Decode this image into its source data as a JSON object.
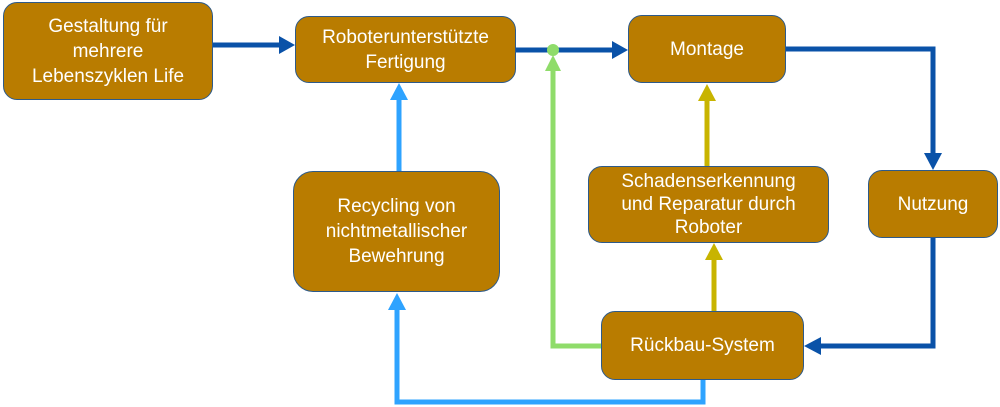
{
  "colors": {
    "box_fill": "#b97c00",
    "box_border": "#2d5a8a",
    "main_flow": "#0a52a8",
    "recycling_flow": "#2ea3ff",
    "reuse_flow": "#8fdc6a",
    "repair_flow": "#c8b400"
  },
  "nodes": {
    "design": {
      "label": "Gestaltung für\nmehrere\nLebenszyklen Life"
    },
    "fabrication": {
      "label": "Roboterunterstützte\nFertigung"
    },
    "assembly": {
      "label": "Montage"
    },
    "recycling": {
      "label": "Recycling von\nnichtmetallischer\nBewehrung"
    },
    "repair": {
      "label": "Schadenserkennung\nund Reparatur durch\nRoboter"
    },
    "usage": {
      "label": "Nutzung"
    },
    "deconstruction": {
      "label": "Rückbau-System"
    }
  },
  "edges": [
    {
      "from": "design",
      "to": "fabrication",
      "flow": "main_flow"
    },
    {
      "from": "fabrication",
      "to": "assembly",
      "flow": "main_flow"
    },
    {
      "from": "assembly",
      "to": "usage",
      "flow": "main_flow"
    },
    {
      "from": "usage",
      "to": "deconstruction",
      "flow": "main_flow"
    },
    {
      "from": "deconstruction",
      "to": "recycling",
      "flow": "recycling_flow"
    },
    {
      "from": "recycling",
      "to": "fabrication",
      "flow": "recycling_flow"
    },
    {
      "from": "deconstruction",
      "to": "fabrication-assembly-junction",
      "flow": "reuse_flow"
    },
    {
      "from": "deconstruction",
      "to": "repair",
      "flow": "repair_flow"
    },
    {
      "from": "repair",
      "to": "assembly",
      "flow": "repair_flow"
    }
  ]
}
